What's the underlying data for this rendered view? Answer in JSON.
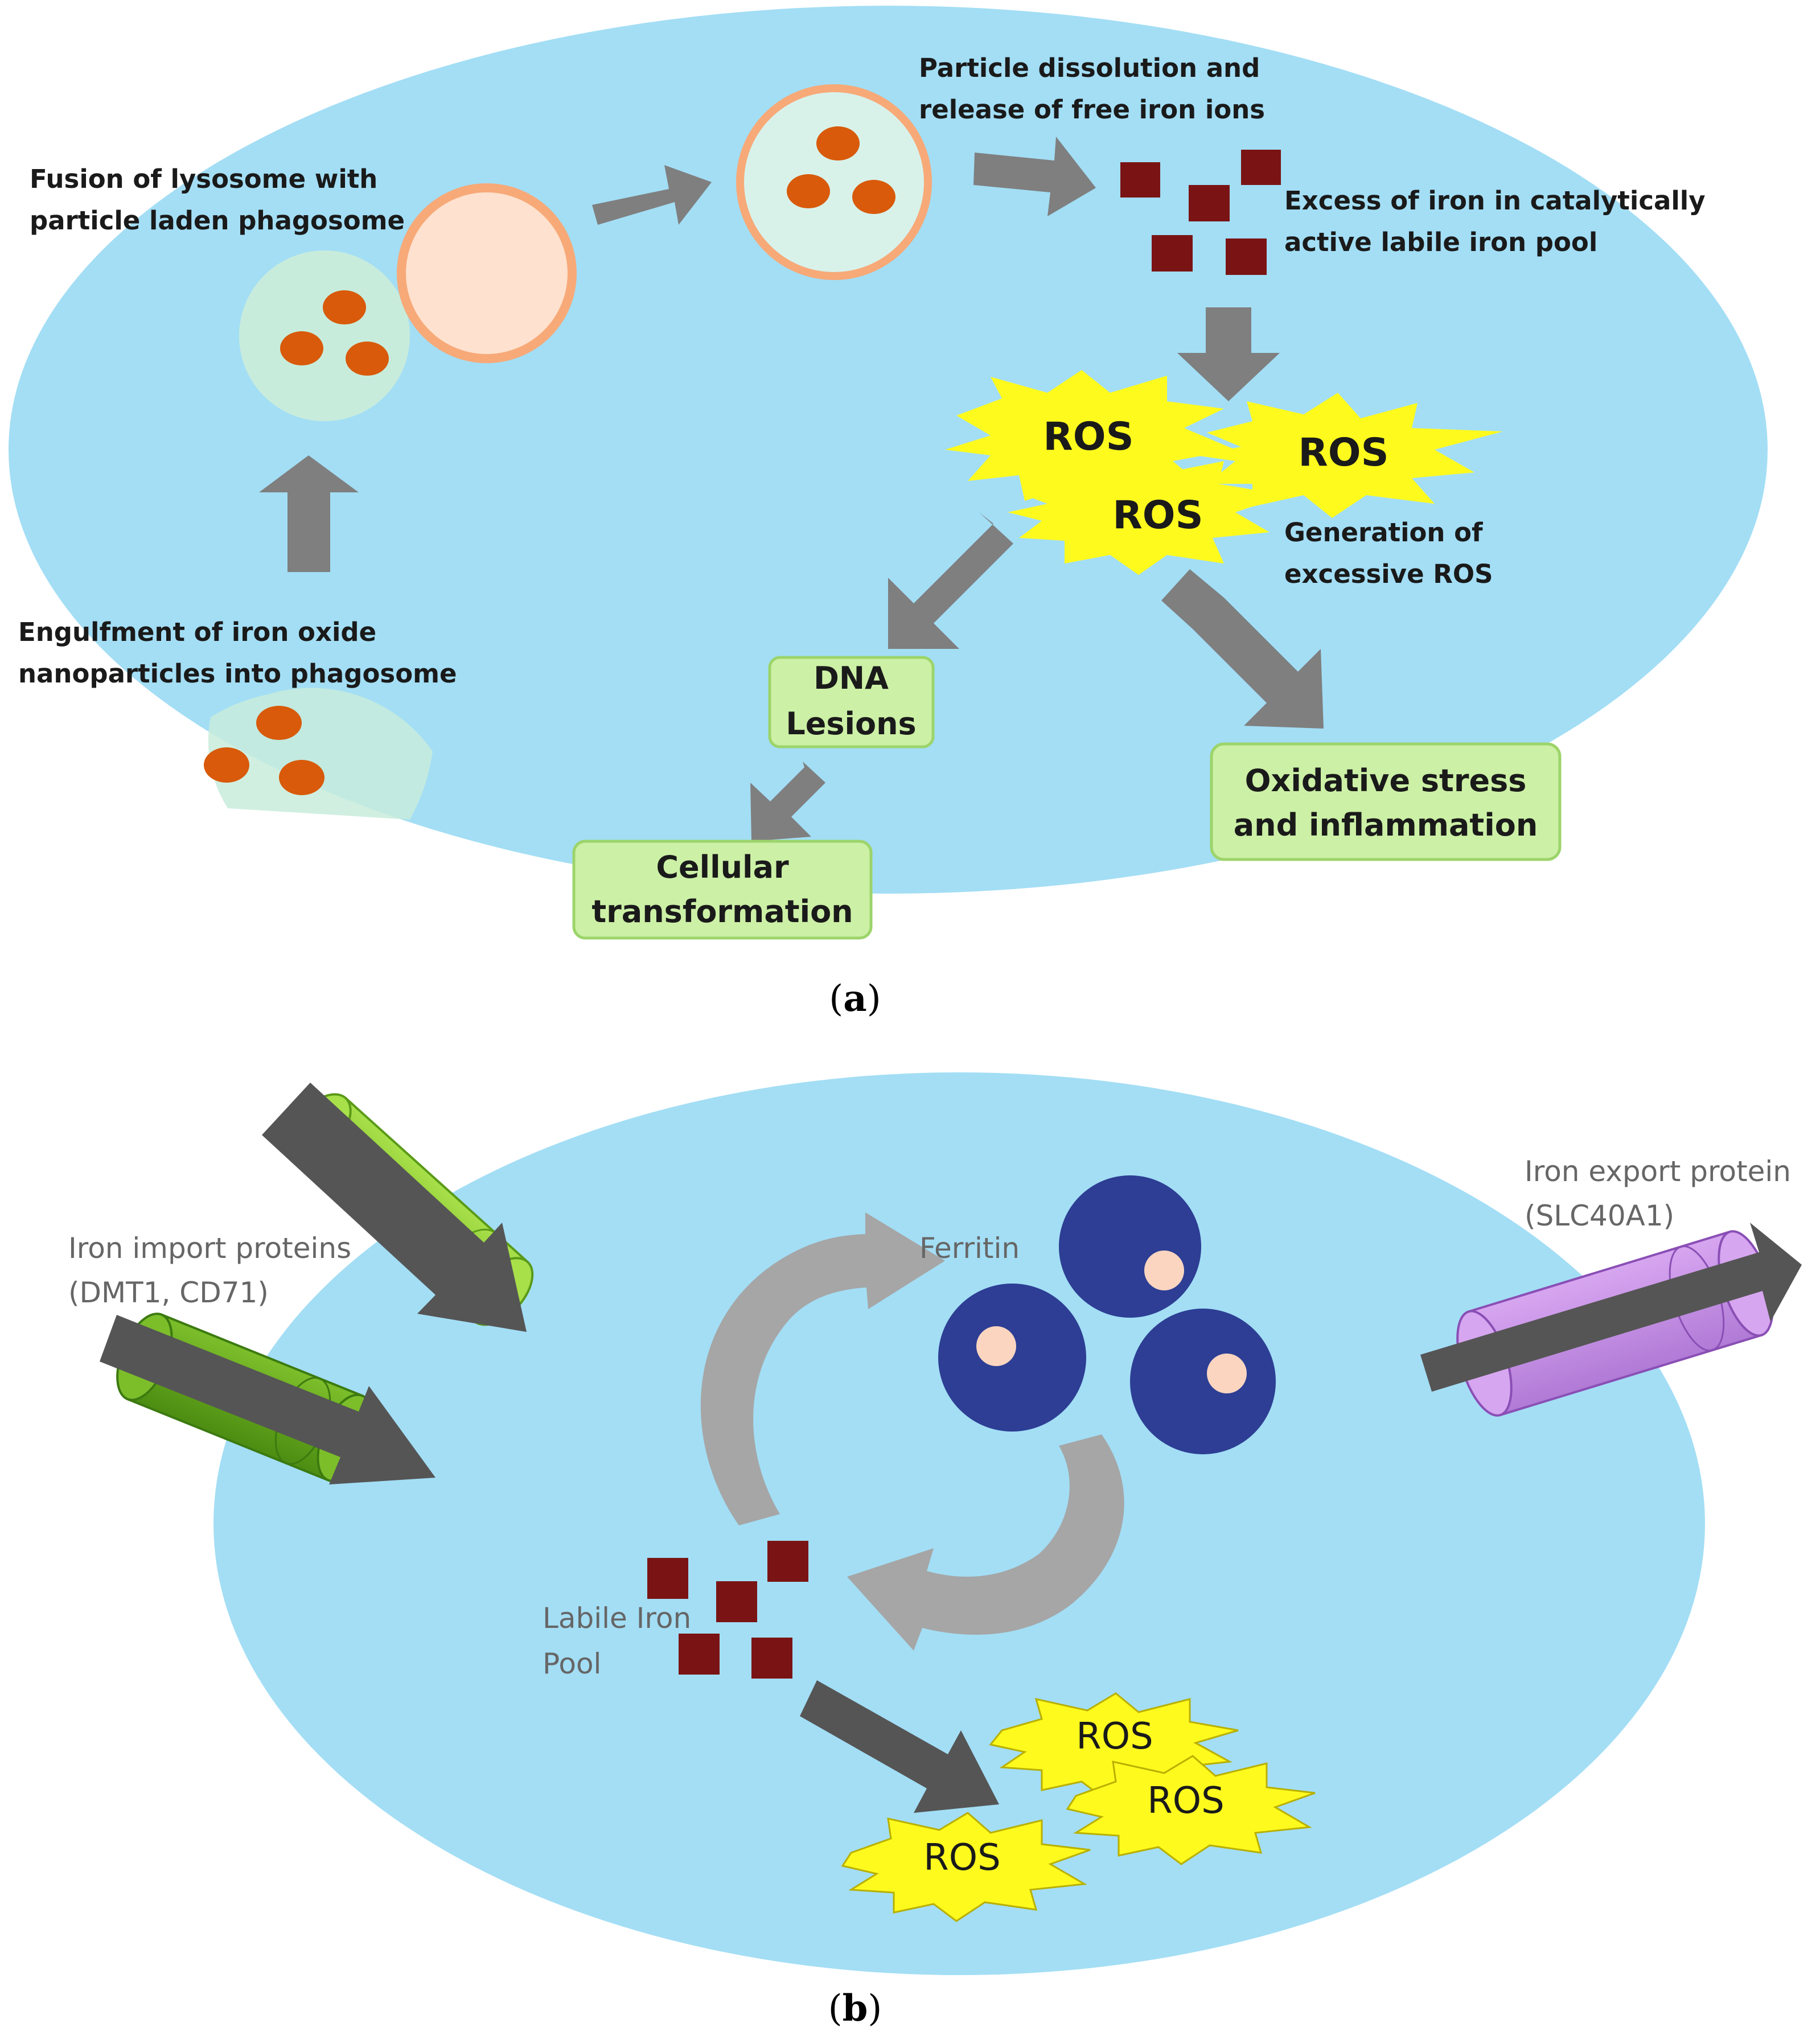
{
  "panel_a": {
    "caption_letter": "a",
    "labels": {
      "fusion": [
        "Fusion of lysosome with",
        "particle laden phagosome"
      ],
      "dissolution": [
        "Particle dissolution and",
        "release of free iron ions"
      ],
      "excess_iron": [
        "Excess of iron in catalytically",
        "active labile iron pool"
      ],
      "engulfment": [
        "Engulfment of iron oxide",
        "nanoparticles into phagosome"
      ],
      "generation_ros": [
        "Generation of",
        "excessive ROS"
      ]
    },
    "ros": [
      "ROS",
      "ROS",
      "ROS"
    ],
    "boxes": {
      "dna": [
        "DNA",
        "Lesions"
      ],
      "oxidative": [
        "Oxidative stress",
        "and inflammation"
      ],
      "cellular": [
        "Cellular",
        "transformation"
      ]
    }
  },
  "panel_b": {
    "caption_letter": "b",
    "labels": {
      "import": [
        "Iron import proteins",
        "(DMT1, CD71)"
      ],
      "export": [
        "Iron export protein",
        "(SLC40A1)"
      ],
      "ferritin": "Ferritin",
      "labile": [
        "Labile Iron",
        "Pool"
      ]
    },
    "ros": [
      "ROS",
      "ROS",
      "ROS"
    ]
  },
  "colors": {
    "cell": "#a3def5",
    "arrow": "#7f7f7f",
    "arrow_dark": "#555555",
    "iron_square": "#7a1414",
    "particle": "#d85a0a",
    "ros_burst": "#fffa1e",
    "box_fill": "#ccf0a6",
    "box_border": "#9cd46a",
    "ferritin": "#2d3e94",
    "ferritin_core": "#fbd5c0",
    "import_protein": "#8fce2e",
    "export_protein": "#c98ee8"
  }
}
